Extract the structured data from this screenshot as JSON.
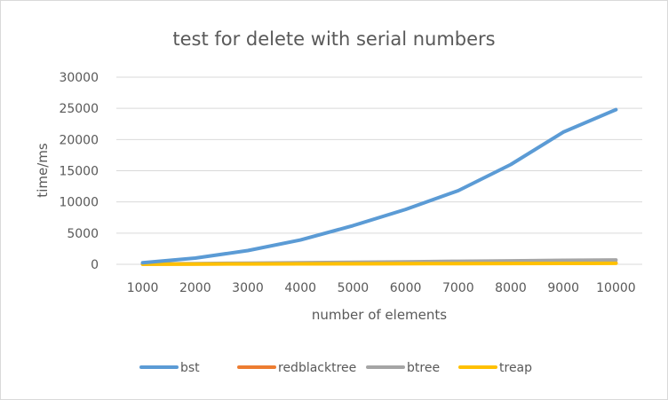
{
  "chart_data": {
    "type": "line",
    "title": "test for delete with serial numbers",
    "xlabel": "number of elements",
    "ylabel": "time/ms",
    "categories": [
      "1000",
      "2000",
      "3000",
      "4000",
      "5000",
      "6000",
      "7000",
      "8000",
      "9000",
      "10000"
    ],
    "ylim": [
      0,
      30000
    ],
    "yticks": [
      "0",
      "5000",
      "10000",
      "15000",
      "20000",
      "25000",
      "30000"
    ],
    "grid": true,
    "legend_position": "bottom",
    "series": [
      {
        "name": "bst",
        "color": "#5b9bd5",
        "values": [
          250,
          1000,
          2200,
          3900,
          6200,
          8800,
          11800,
          16000,
          21200,
          24800
        ]
      },
      {
        "name": "redblacktree",
        "color": "#ed7d31",
        "values": [
          30,
          50,
          70,
          90,
          110,
          130,
          150,
          170,
          190,
          210
        ]
      },
      {
        "name": "btree",
        "color": "#a5a5a5",
        "values": [
          60,
          120,
          180,
          250,
          320,
          400,
          480,
          560,
          640,
          700
        ]
      },
      {
        "name": "treap",
        "color": "#ffc000",
        "values": [
          20,
          35,
          50,
          65,
          80,
          95,
          110,
          125,
          140,
          155
        ]
      }
    ]
  }
}
